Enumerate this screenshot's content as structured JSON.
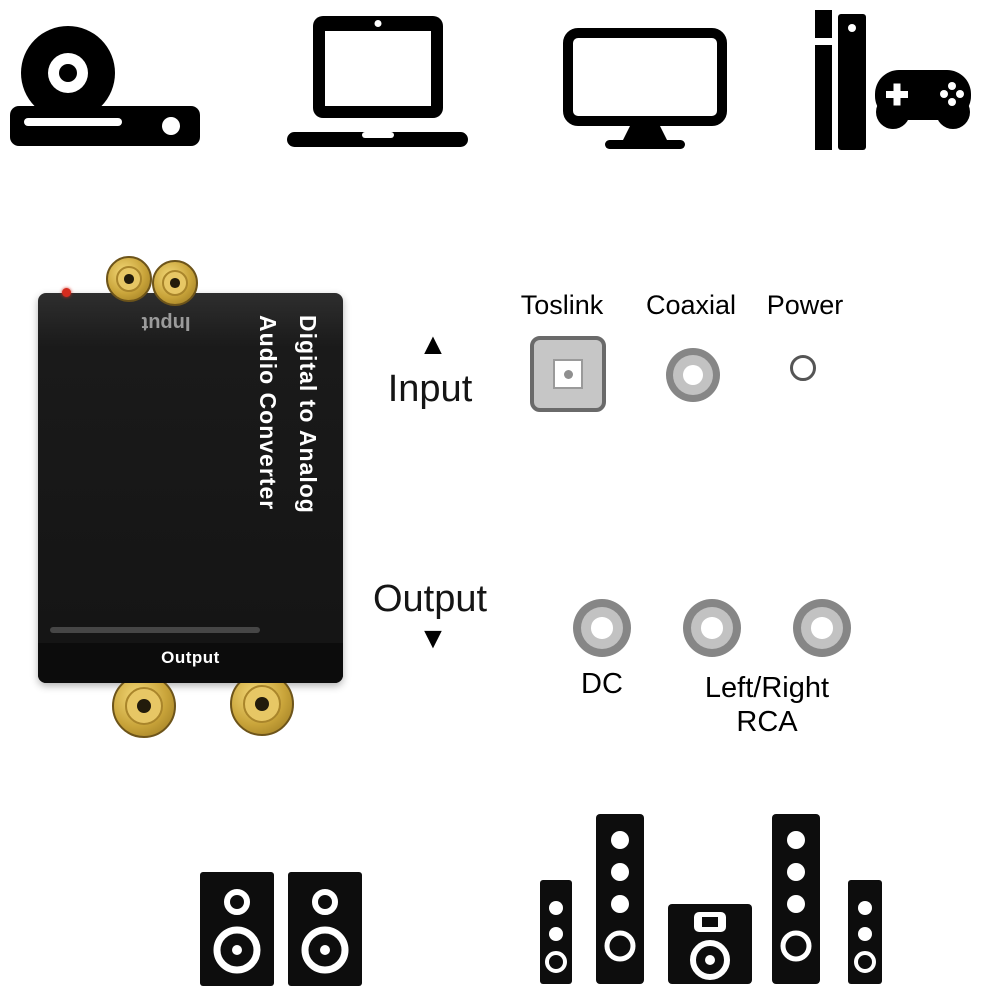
{
  "converter": {
    "brand_line1": "Digital to Analog",
    "brand_line2": "Audio Converter",
    "top_port_label": "Input",
    "bottom_port_label": "Output"
  },
  "input_section": {
    "arrow": "▲",
    "label": "Input",
    "port_labels": [
      "Toslink",
      "Coaxial",
      "Power"
    ]
  },
  "output_section": {
    "label": "Output",
    "arrow": "▼",
    "dc_label": "DC",
    "lr_line1": "Left/Right",
    "lr_line2": "RCA"
  },
  "icons": {
    "top_row": [
      "dvd-player",
      "laptop",
      "tv",
      "game-console"
    ],
    "bottom_row": [
      "stereo-speakers",
      "surround-speakers"
    ],
    "ports": [
      "toslink-port",
      "coaxial-port",
      "power-port",
      "rca-jack"
    ]
  },
  "colors": {
    "gold": "#c9a43a",
    "device_black": "#141414",
    "port_gray": "#868686",
    "led_red": "#d42b1e"
  }
}
